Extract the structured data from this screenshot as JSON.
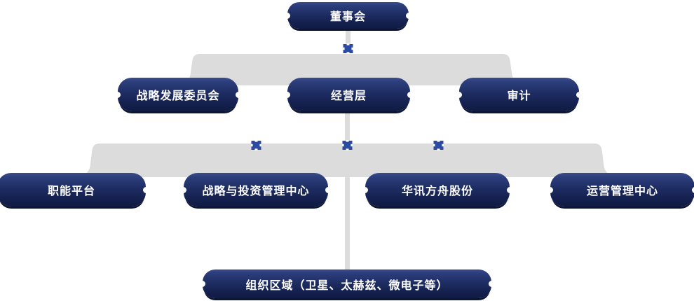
{
  "org_chart": {
    "board": {
      "label": "董事会"
    },
    "level2": [
      {
        "label": "战略发展委员会"
      },
      {
        "label": "经营层"
      },
      {
        "label": "审计"
      }
    ],
    "level3": [
      {
        "label": "职能平台"
      },
      {
        "label": "战略与投资管理中心"
      },
      {
        "label": "华讯方舟股份"
      },
      {
        "label": "运营管理中心"
      }
    ],
    "bottom": {
      "label": "组织区域（卫星、太赫兹、微电子等）"
    },
    "hierarchy": [
      {
        "parent": "董事会",
        "children": [
          "战略发展委员会",
          "经营层",
          "审计"
        ]
      },
      {
        "parent": "经营层",
        "children": [
          "职能平台",
          "战略与投资管理中心",
          "华讯方舟股份",
          "运营管理中心",
          "组织区域（卫星、太赫兹、微电子等）"
        ]
      }
    ],
    "colors": {
      "node_gradient_top": "#3a4c8c",
      "node_gradient_bottom": "#101b43",
      "node_shadow": "#0c1634",
      "band_gray": "#dcdcdc",
      "connector_gray": "#dcdcdc",
      "junction_blue": "#2b4aa3",
      "text": "#ffffff",
      "background": "#ffffff"
    }
  }
}
